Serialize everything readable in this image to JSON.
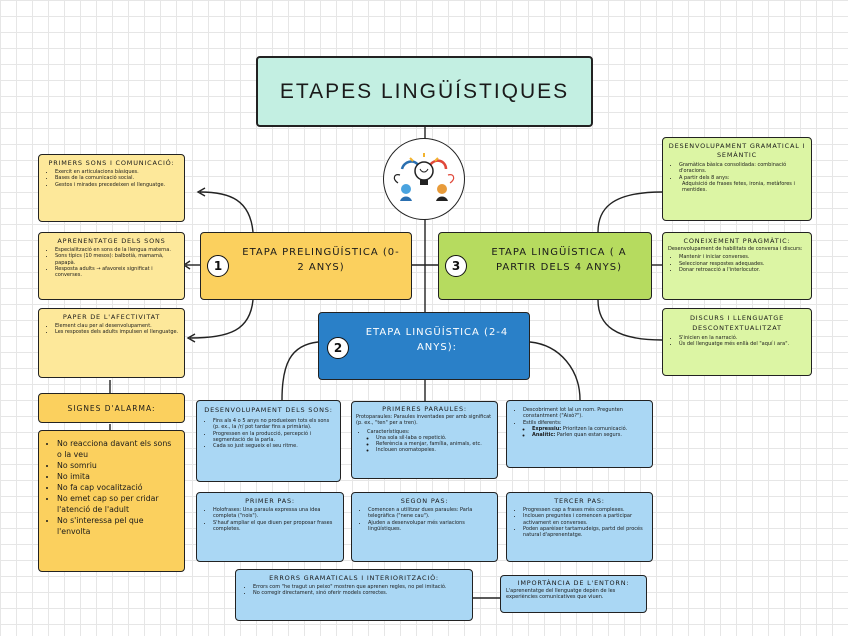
{
  "title": "ETAPES LINGÜÍSTIQUES",
  "stage1": {
    "number": "1",
    "label": "ETAPA PRELINGÜÍSTICA (0-2 ANYS)",
    "primers_sons": {
      "title": "PRIMERS SONS I COMUNICACIÓ:",
      "items": [
        "Exercit en articulacions bàsiques.",
        "Bases de la comunicació social.",
        "Gestos i mirades precedeixen el llenguatge."
      ]
    },
    "aprenentatge": {
      "title": "APRENENTATGE DELS SONS",
      "items": [
        "Especialització en sons de la llengua materna.",
        "Sons típics (10 mesos): balbotià, mamamà, papapà.",
        "Resposta adults → afavoreix significat i converses."
      ]
    },
    "afectivitat": {
      "title": "PAPER DE L'AFECTIVITAT",
      "items": [
        "Element clau per al desenvolupament.",
        "Les respostes dels adults impulsen el llenguatge."
      ]
    },
    "alarma": {
      "title": "SIGNES D'ALARMA:",
      "items": [
        "No reacciona davant els sons o la veu",
        "No somriu",
        "No imita",
        "No fa cap vocalització",
        "No emet cap so per cridar l'atenció de l'adult",
        "No s'interessa pel que l'envolta"
      ]
    }
  },
  "stage2": {
    "number": "2",
    "label": "ETAPA LINGÜÍSTICA (2-4 ANYS):",
    "desenvolupament": {
      "title": "DESENVOLUPAMENT DELS SONS:",
      "items": [
        "Fins als 4 o 5 anys no produeixen tots els sons (p. ex., la /r/ pot tardar fins a primària).",
        "Progressen en la producció, percepció i segmentació de la parla.",
        "Cada so just segueix el seu ritme."
      ]
    },
    "paraules": {
      "title": "PRIMERES PARAULES:",
      "intro": "Protoparaules: Paraules inventades per amb significat (p. ex., \"ten\" per a tren).",
      "caracteristiques": "Característiques:",
      "items": [
        "Una sola síl·laba o repetició.",
        "Referència a menjar, família, animals, etc.",
        "Inclouen onomatopeies."
      ]
    },
    "descobriment": {
      "items": [
        "Descobriment lot lal un nom. Pregunten constantment (\"Això?\").",
        "Estils diferents:"
      ],
      "sub": [
        {
          "strong": "Expressiu:",
          "text": " Prioritzen la comunicació."
        },
        {
          "strong": "Analític:",
          "text": " Parlen quan estan segurs."
        }
      ]
    },
    "primer_pas": {
      "title": "PRIMER PAS:",
      "items": [
        "Holofrases: Una paraula expressa una idea completa (\"nois\").",
        "S'hauf ampliar el que diuen per proposar frases completes."
      ]
    },
    "segon_pas": {
      "title": "SEGON PAS:",
      "items": [
        "Comencen a utilitzar dues paraules: Parla telegràfica (\"nene cau\").",
        "Ajuden a desenvolupar més variacions lingüístiques."
      ]
    },
    "tercer_pas": {
      "title": "TERCER PAS:",
      "items": [
        "Progressen cap a frases més complexes.",
        "Inclouen preguntes i comencen a participar activament en converses.",
        "Poden aparèixer tartamudeigs, partd del procés natural d'aprenentatge."
      ]
    },
    "errors": {
      "title": "ERRORS GRAMATICALS I INTERIORITZACIÓ:",
      "items": [
        "Errors com \"he tragut un peixo\" mostren que aprenen regles, no pel imitació.",
        "No corregir directament, sinó oferir models correctes."
      ]
    },
    "entorn": {
      "title": "IMPORTÀNCIA DE L'ENTORN:",
      "text": "L'aprenentatge del llenguatge depèn de les experiències comunicatives que viuen."
    }
  },
  "stage3": {
    "number": "3",
    "label": "ETAPA LINGÜÍSTICA ( A PARTIR DELS 4 ANYS)",
    "gramatical": {
      "title": "DESENVOLUPAMENT GRAMATICAL I SEMÀNTIC",
      "items": [
        "Gramàtica bàsica consolidada: combinació d'oracions.",
        "A partir dels 8 anys:"
      ],
      "extra": "Adquisició de frases fetes, ironia, metàfores i mentides."
    },
    "pragmatic": {
      "title": "CONEIXEMENT PRAGMÀTIC:",
      "intro": "Desenvolupament de habilitats de conversa i discurs:",
      "items": [
        "Mantenir i iniciar converses.",
        "Seleccionar respostes adequades.",
        "Donar retroacció a l'interlocutor."
      ]
    },
    "discurs": {
      "title": "DISCURS I LLENGUATGE DESCONTEXTUALITZAT",
      "items": [
        "S'inicien en la narració.",
        "Ús del llenguatge més enllà del \"aquí i ara\"."
      ]
    }
  },
  "colors": {
    "yellow": "#fbd05e",
    "yellow_light": "#fde89a",
    "green": "#b6db5f",
    "green_light": "#dcf5a4",
    "blue": "#2a80c8",
    "blue_light": "#aad7f4",
    "mint": "#c3efe2"
  },
  "central_icon": "brain-lightbulb-icon"
}
